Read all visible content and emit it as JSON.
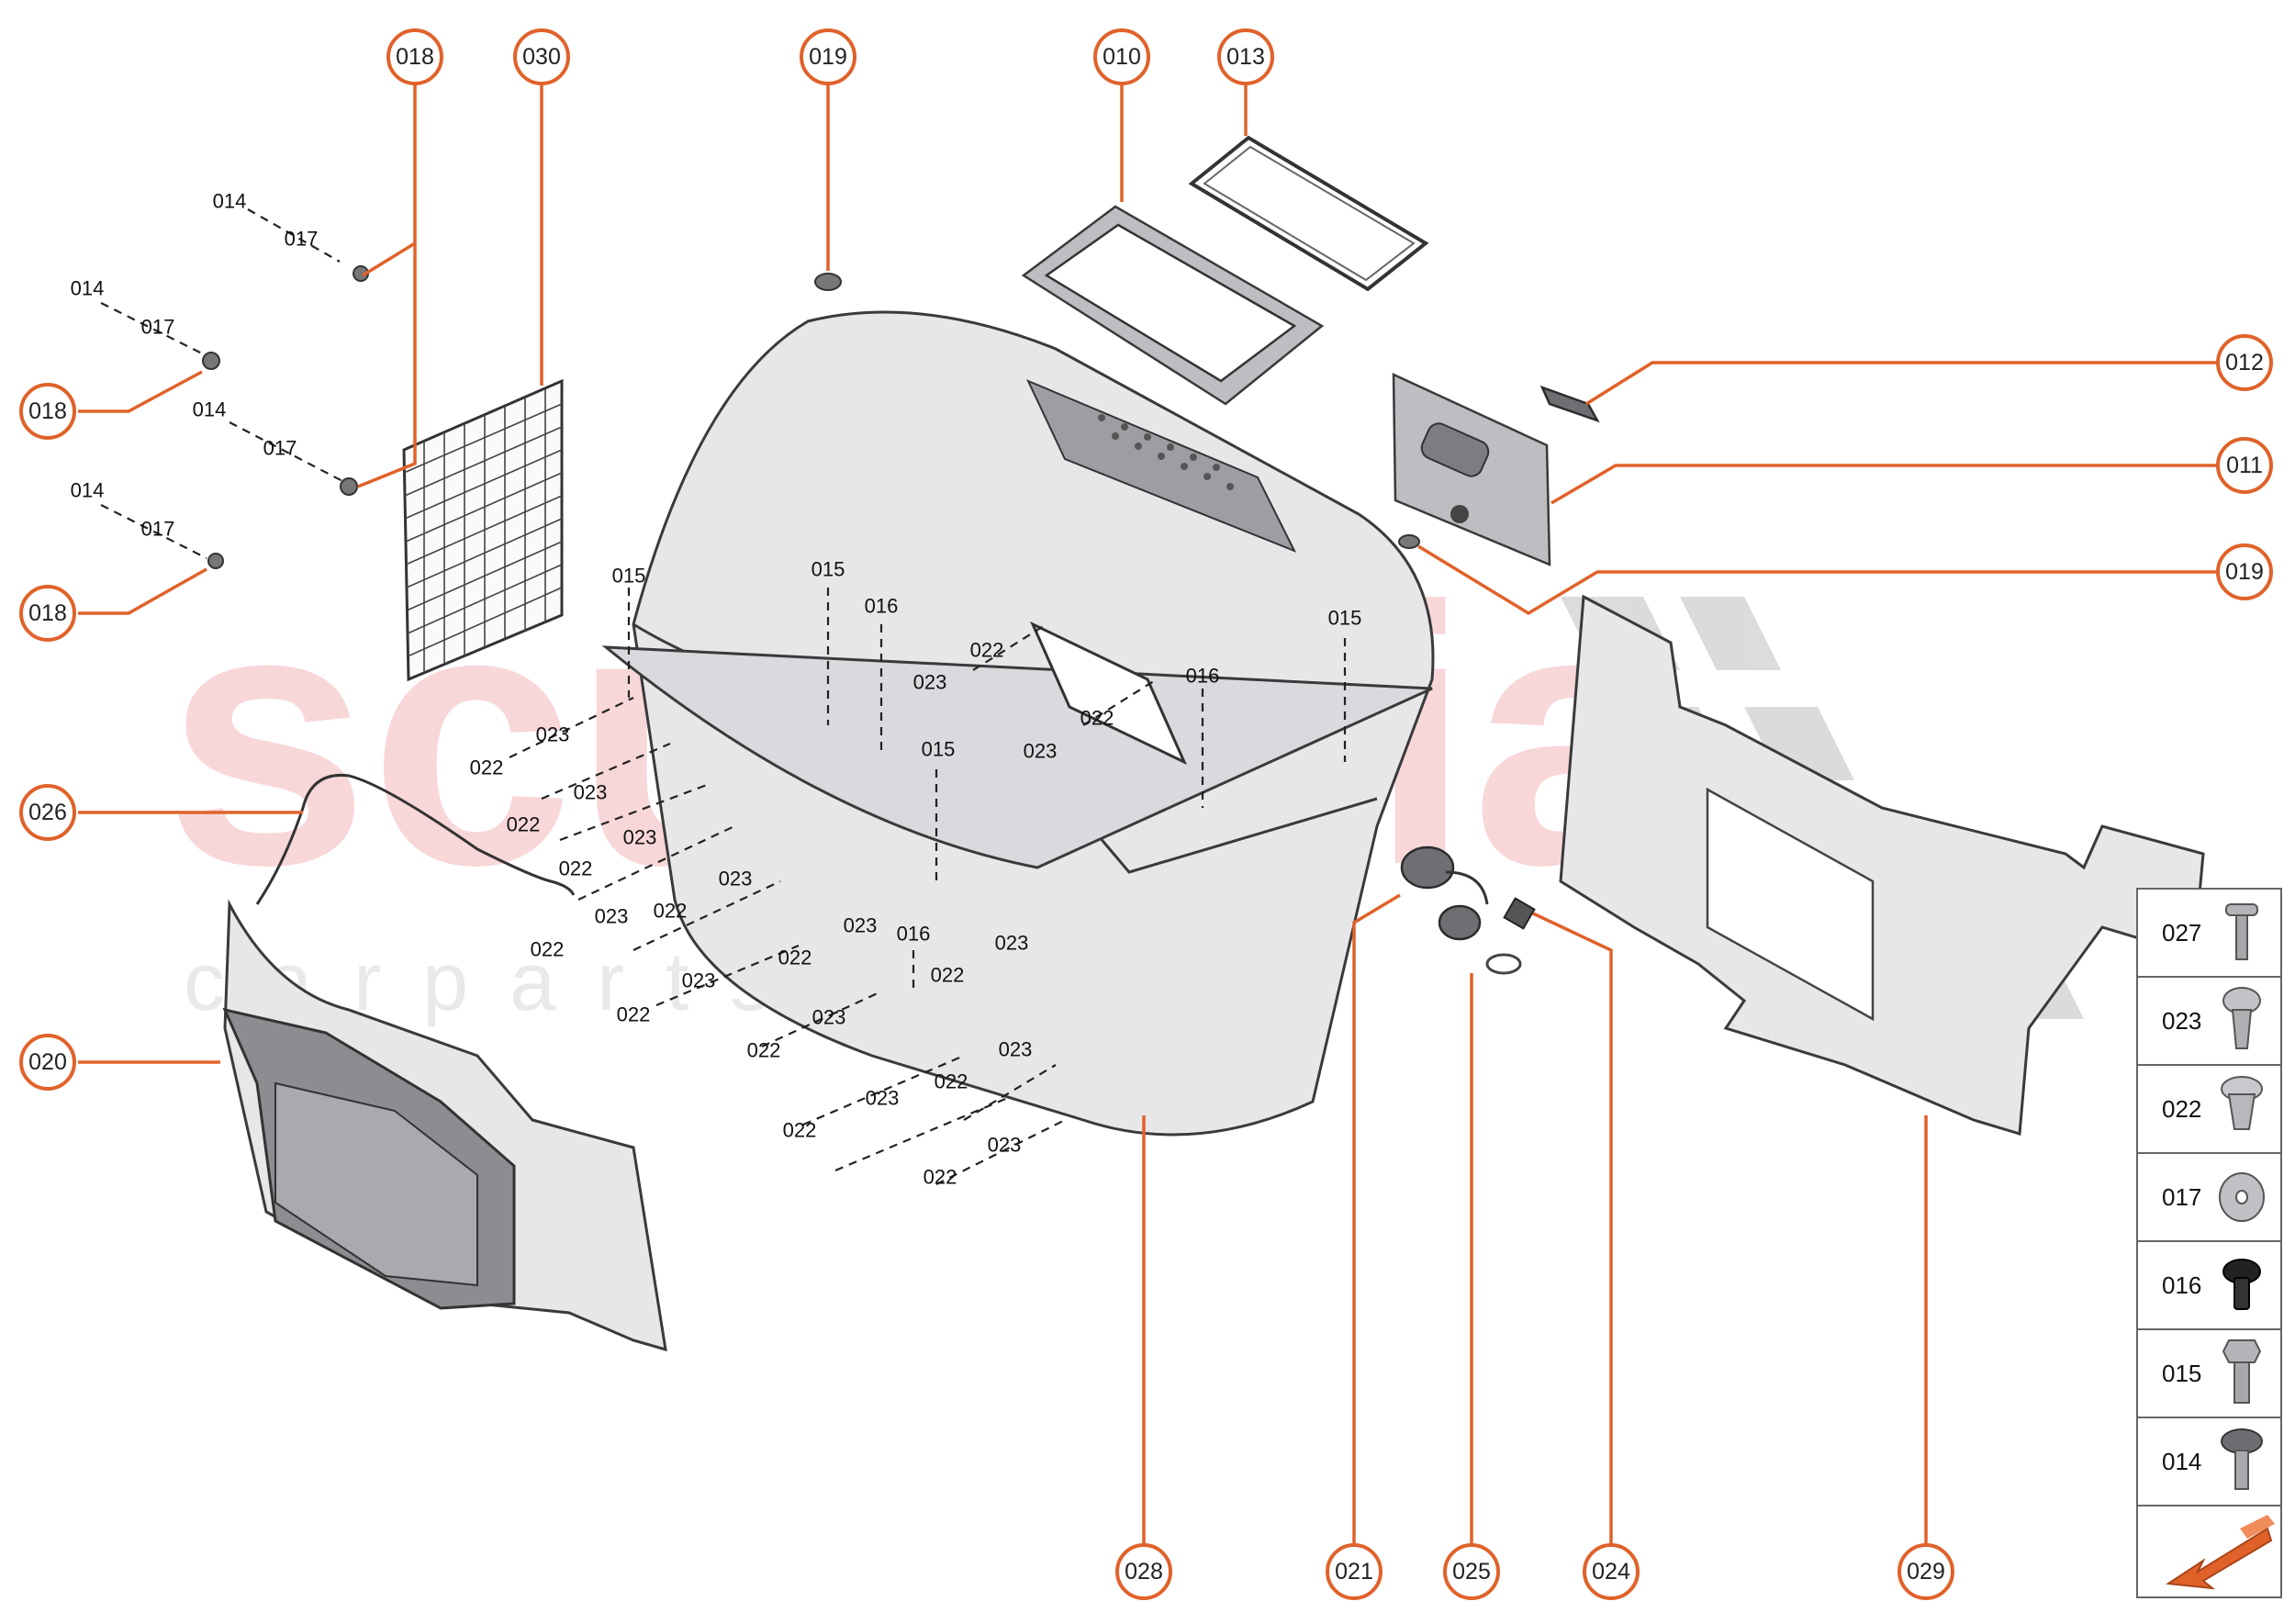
{
  "watermark": {
    "main": "scuderia",
    "sub": "c a r p a r t s"
  },
  "callouts": [
    {
      "id": "c018a",
      "label": "018"
    },
    {
      "id": "c030",
      "label": "030"
    },
    {
      "id": "c019a",
      "label": "019"
    },
    {
      "id": "c010",
      "label": "010"
    },
    {
      "id": "c013",
      "label": "013"
    },
    {
      "id": "c012",
      "label": "012"
    },
    {
      "id": "c011",
      "label": "011"
    },
    {
      "id": "c019b",
      "label": "019"
    },
    {
      "id": "c018b",
      "label": "018"
    },
    {
      "id": "c018c",
      "label": "018"
    },
    {
      "id": "c026",
      "label": "026"
    },
    {
      "id": "c020",
      "label": "020"
    },
    {
      "id": "c028",
      "label": "028"
    },
    {
      "id": "c021",
      "label": "021"
    },
    {
      "id": "c025",
      "label": "025"
    },
    {
      "id": "c024",
      "label": "024"
    },
    {
      "id": "c029",
      "label": "029"
    }
  ],
  "part_labels": [
    "014",
    "017",
    "014",
    "017",
    "014",
    "017",
    "014",
    "017",
    "015",
    "015",
    "016",
    "022",
    "023",
    "015",
    "016",
    "022",
    "023",
    "015",
    "023",
    "022",
    "023",
    "022",
    "023",
    "022",
    "023",
    "022",
    "023",
    "022",
    "023",
    "022",
    "016",
    "022",
    "023",
    "022",
    "023",
    "022",
    "023",
    "022",
    "023",
    "022",
    "023",
    "022",
    "023",
    "022"
  ],
  "legend": [
    {
      "code": "027",
      "icon": "screw-long-icon"
    },
    {
      "code": "023",
      "icon": "push-clip-icon"
    },
    {
      "code": "022",
      "icon": "expansion-nut-icon"
    },
    {
      "code": "017",
      "icon": "washer-icon"
    },
    {
      "code": "016",
      "icon": "black-clip-icon"
    },
    {
      "code": "015",
      "icon": "hex-bolt-icon"
    },
    {
      "code": "014",
      "icon": "pan-screw-icon"
    }
  ],
  "nav": {
    "icon": "forward-arrow-icon"
  },
  "colors": {
    "accent": "#e0622a",
    "watermark": "#f4b8bb"
  }
}
